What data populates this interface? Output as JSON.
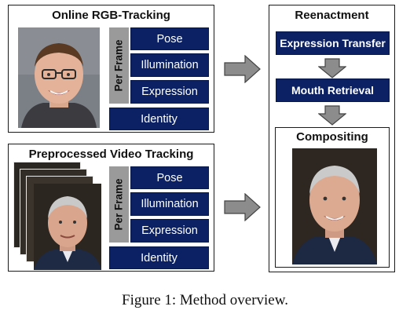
{
  "online_tracking": {
    "title": "Online RGB-Tracking",
    "per_frame_label": "Per Frame",
    "params": [
      "Pose",
      "Illumination",
      "Expression"
    ],
    "identity": "Identity"
  },
  "preprocessed_tracking": {
    "title": "Preprocessed Video Tracking",
    "per_frame_label": "Per Frame",
    "params": [
      "Pose",
      "Illumination",
      "Expression"
    ],
    "identity": "Identity"
  },
  "reenactment": {
    "title": "Reenactment",
    "steps": [
      "Expression Transfer",
      "Mouth Retrieval"
    ]
  },
  "compositing": {
    "title": "Compositing"
  },
  "caption": "Figure 1: Method overview.",
  "colors": {
    "param_box": "#0b2163",
    "per_frame_bar": "#9a9a9a",
    "arrow_fill": "#8c8c8c"
  }
}
